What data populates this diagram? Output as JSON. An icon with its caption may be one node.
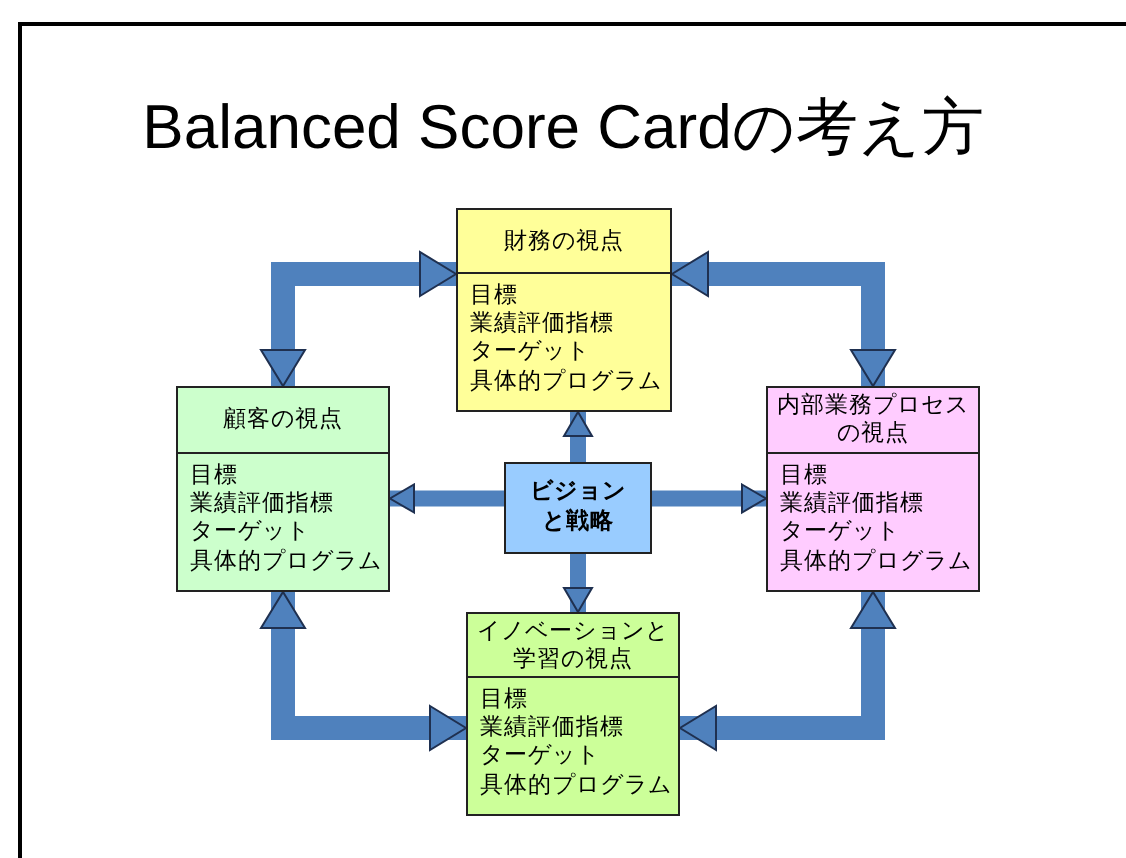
{
  "diagram": {
    "title": "Balanced Score Cardの考え方",
    "nodes": [
      {
        "text": [
          "財務の視点",
          "目標",
          "業績評価指標",
          "ターゲット",
          "具体的プログラム"
        ]
      },
      {
        "text": [
          "顧客の視点",
          "目標",
          "業績評価指標",
          "ターゲット",
          "具体的プログラム"
        ]
      },
      {
        "text": [
          "ビジョンと戦略"
        ]
      },
      {
        "text": [
          "内部業務プロセスの視点",
          "目標",
          "業績評価指標",
          "ターゲット",
          "具体的プログラム"
        ]
      },
      {
        "text": [
          "イノベーションと学習の視点",
          "目標",
          "業績評価指標",
          "ターゲット",
          "具体的プログラム"
        ]
      }
    ],
    "edges": [
      {
        "from": 2,
        "to": 0,
        "arrow": "to"
      },
      {
        "from": 2,
        "to": 1,
        "arrow": "to"
      },
      {
        "from": 2,
        "to": 3,
        "arrow": "to"
      },
      {
        "from": 2,
        "to": 4,
        "arrow": "to"
      },
      {
        "from": 0,
        "to": 1,
        "arrow": "both"
      },
      {
        "from": 0,
        "to": 3,
        "arrow": "both"
      },
      {
        "from": 1,
        "to": 4,
        "arrow": "both"
      },
      {
        "from": 3,
        "to": 4,
        "arrow": "both"
      }
    ]
  }
}
